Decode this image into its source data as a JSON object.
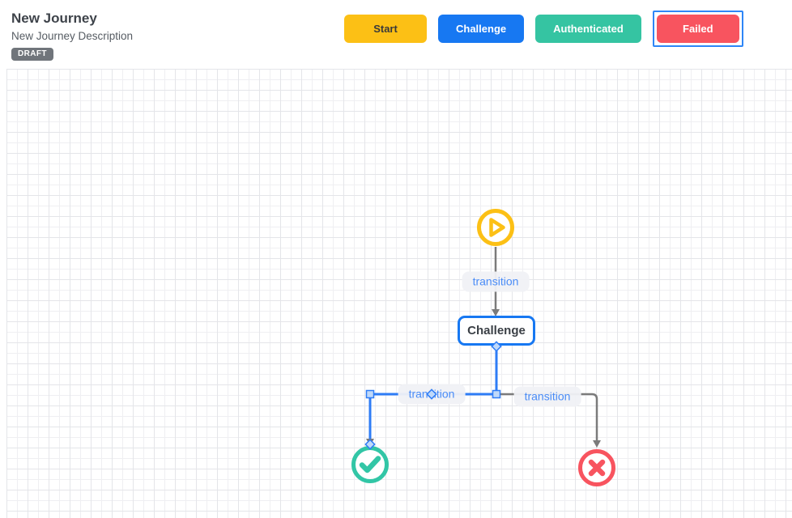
{
  "header": {
    "title": "New Journey",
    "description": "New Journey Description",
    "status_badge": "DRAFT",
    "state_buttons": [
      {
        "label": "Start",
        "color": "#fcc015",
        "selected": false
      },
      {
        "label": "Challenge",
        "color": "#1778f2",
        "selected": false
      },
      {
        "label": "Authenticated",
        "color": "#35c4a2",
        "selected": false
      },
      {
        "label": "Failed",
        "color": "#f8545f",
        "selected": true
      }
    ]
  },
  "canvas": {
    "nodes": {
      "start": {
        "type": "start",
        "icon": "play-icon",
        "color": "#fcc015"
      },
      "challenge": {
        "type": "state",
        "label": "Challenge",
        "border_color": "#1778f2"
      },
      "authenticated": {
        "type": "success",
        "icon": "check-icon",
        "color": "#32c6a6"
      },
      "failed": {
        "type": "failure",
        "icon": "x-icon",
        "color": "#f8545f"
      }
    },
    "edges": [
      {
        "from": "start",
        "to": "challenge",
        "label": "transition",
        "selected": false
      },
      {
        "from": "challenge",
        "to": "authenticated",
        "label": "transition",
        "selected": true
      },
      {
        "from": "challenge",
        "to": "failed",
        "label": "transition",
        "selected": false
      }
    ],
    "colors": {
      "edge_gray": "#7b7b7b",
      "edge_selected": "#2e7cf6",
      "label_text": "#4a8cf7",
      "handle_fill": "#bfd9fa",
      "grid_line": "#e4e5e9"
    }
  }
}
